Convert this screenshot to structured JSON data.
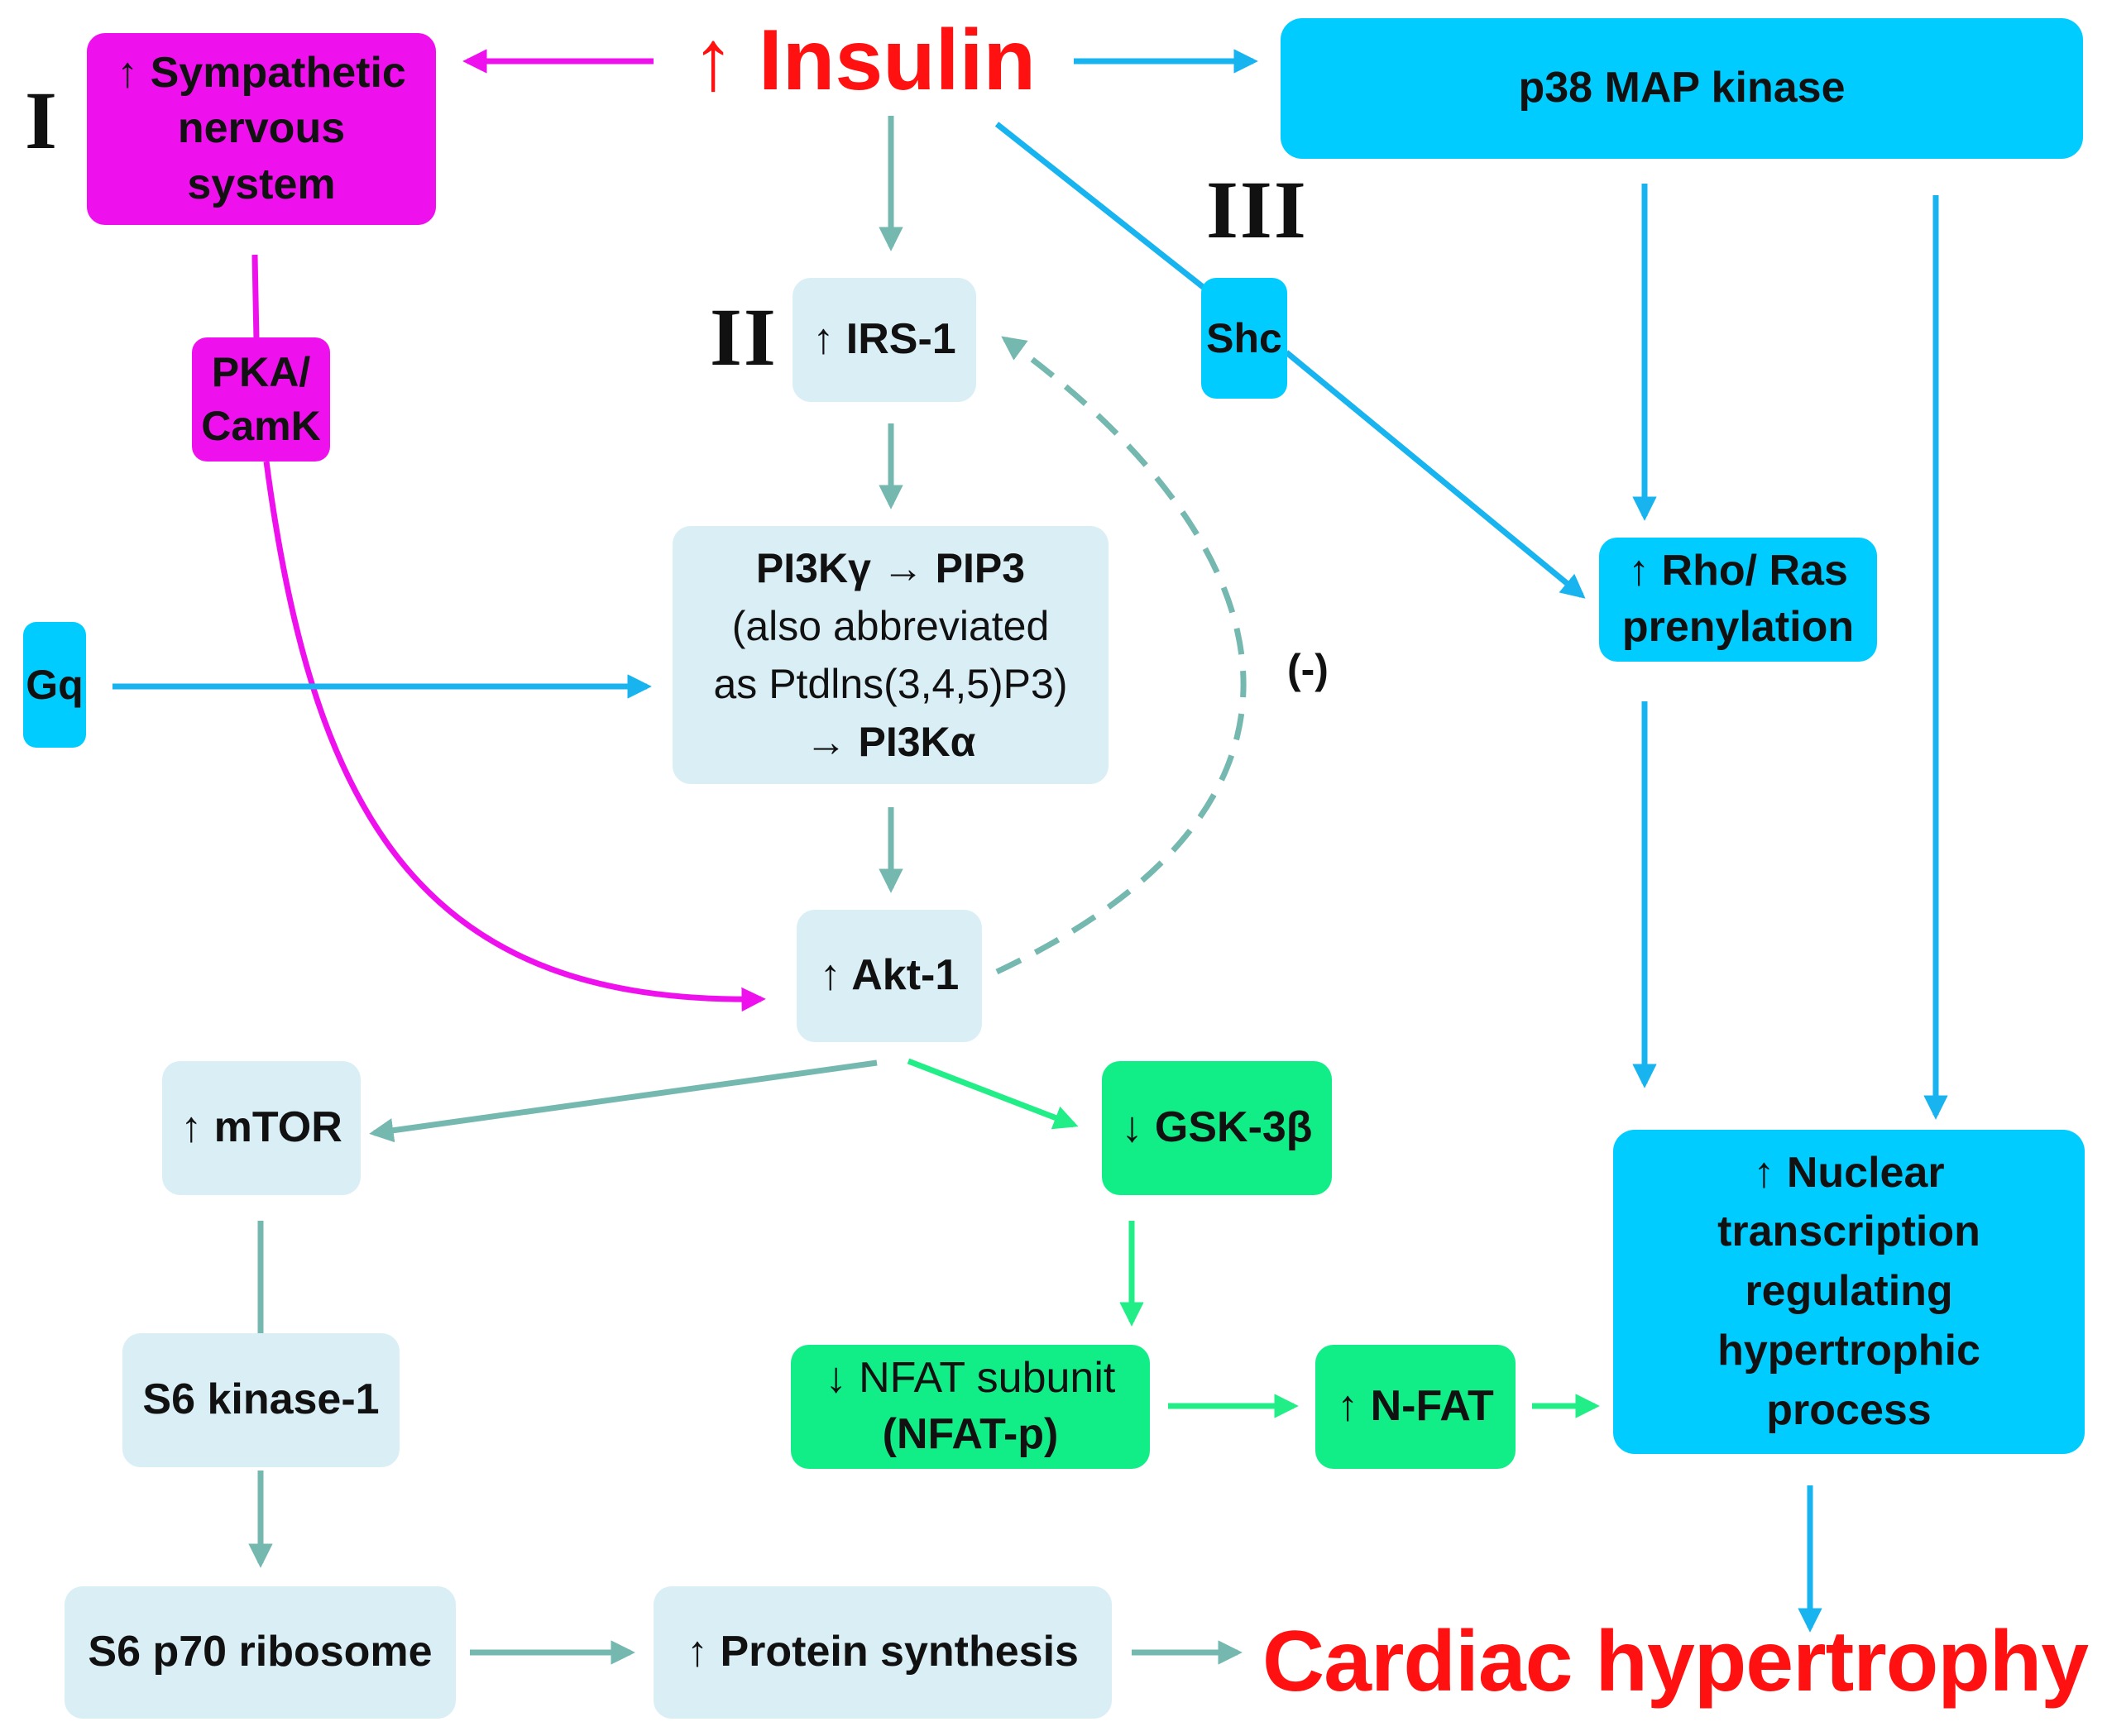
{
  "colors": {
    "pink": "#ee11ee",
    "cyan": "#00ccff",
    "cyan_arrow": "#18b4f0",
    "pale": "#daeef5",
    "teal_arrow": "#74b8b0",
    "green": "#11ee88",
    "green_arrow": "#22ee88",
    "red": "#ff1111"
  },
  "insulin": "↑ Insulin",
  "pathway_labels": {
    "one": "I",
    "two": "II",
    "three": "III"
  },
  "nodes": {
    "sympathetic": [
      "↑ Sympathetic",
      "nervous",
      "system"
    ],
    "pka": [
      "PKA/",
      "CamK"
    ],
    "gq": "Gq",
    "irs1": "↑ IRS-1",
    "pi3k": {
      "line1": "PI3Kγ → PIP3",
      "line2": "(also abbreviated",
      "line3": "as Ptdlns(3,4,5)P3)",
      "line4": "→ PI3Kα"
    },
    "akt1": "↑ Akt-1",
    "negative_feedback": "(-)",
    "p38": "p38 MAP kinase",
    "shc": "Shc",
    "rho_ras": [
      "↑ Rho/ Ras",
      "prenylation"
    ],
    "mtor": "↑ mTOR",
    "gsk3b": "↓ GSK-3β",
    "s6k1": "S6 kinase-1",
    "nfat_subunit": {
      "line1": "↓ NFAT subunit",
      "line2": "(NFAT-p)"
    },
    "nfat": "↑ N-FAT",
    "nuclear": [
      "↑ Nuclear",
      "transcription",
      "regulating",
      "hypertrophic",
      "process"
    ],
    "s6p70": "S6 p70 ribosome",
    "protein": "↑ Protein synthesis",
    "outcome": "Cardiac hypertrophy"
  }
}
